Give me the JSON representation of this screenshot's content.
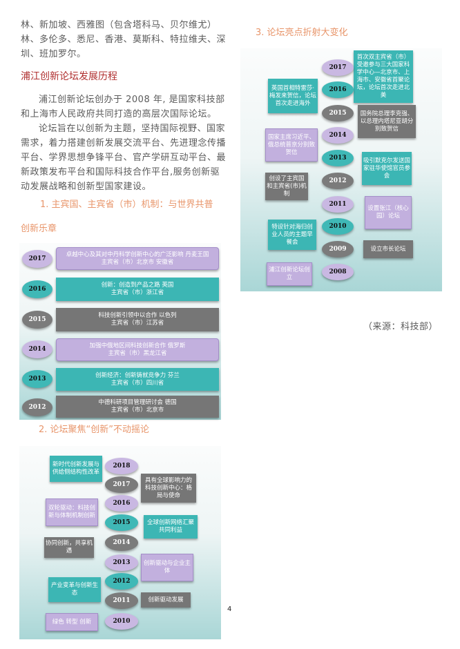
{
  "intro_text": {
    "line1": "林、新加坡、西雅图（包含塔科马、贝尔维尤）",
    "line2": "林、多伦多、悉尼、香港、莫斯科、特拉维夫、深",
    "line3": "圳、班加罗尔。"
  },
  "history": {
    "heading": "浦江创新论坛发展历程",
    "para1_line1": "浦江创新论坛创办于 2008 年, 是国家科技部",
    "para1_line2": "和上海市人民政府共同打造的高层次国际论坛。",
    "para2_line1": "论坛旨在以创新为主题，坚持国际视野、国家",
    "para2_line2": "需求，着力搭建创新发展交流平台、先进理念传播",
    "para2_line3": "平台、学界思想争锋平台、官产学研互动平台、最",
    "para2_line4": "新政策发布平台和国际科技合作平台,服务创新驱",
    "para2_line5": "动发展战略和创新型国家建设。"
  },
  "section1": {
    "heading_line1": "1. 主宾国、主宾省（市）机制：与世界共普",
    "heading_line2": "创新乐章",
    "rows": [
      {
        "year": "2017",
        "text1": "卓越中心及其对中丹科学创新中心的广泛影响  丹麦王国",
        "text2": "主宾省（市）北京市   安徽省"
      },
      {
        "year": "2016",
        "text1": "创新：创造到产品之路  英国",
        "text2": "主宾省（市）浙江省"
      },
      {
        "year": "2015",
        "text1": "科技创新引领中以合作  以色列",
        "text2": "主宾省（市）江苏省"
      },
      {
        "year": "2014",
        "text1": "加强中俄地区间科技创新合作  俄罗斯",
        "text2": "主宾省（市）黑龙江省"
      },
      {
        "year": "2013",
        "text1": "创新经济：创新铸就竞争力  芬兰",
        "text2": "主宾省（市）四川省"
      },
      {
        "year": "2012",
        "text1": "中德科研项目管理研讨会  德国",
        "text2": "主宾省（市）北京市"
      }
    ]
  },
  "section2": {
    "heading": "2. 论坛聚焦“创新”不动摇论",
    "years": [
      "2018",
      "2017",
      "2016",
      "2015",
      "2014",
      "2013",
      "2012",
      "2011",
      "2010"
    ],
    "left_boxes": [
      "新时代创新发展与供给侧结构性改革",
      "双轮驱动：科技创新与体制机制创新",
      "协同创新，共享机遇",
      "产业变革与创新生态",
      "绿色 转型 创新"
    ],
    "right_boxes": [
      "具有全球影响力的科技创新中心：格局与使命",
      "全球创新网络汇聚共同利益",
      "创新驱动与企业主体",
      "创新驱动发展"
    ]
  },
  "section3": {
    "heading": "3. 论坛亮点折射大变化",
    "years": [
      "2017",
      "2016",
      "2015",
      "2014",
      "2013",
      "2012",
      "2011",
      "2010",
      "2009",
      "2008"
    ],
    "left_boxes": [
      "英国首相特雷莎·梅发来贺信，论坛首次走进海外",
      "国家主席习近平、俄总统普京分别致贺信",
      "创设了主宾国和主宾省(市)机制",
      "特设针对海归创业人员的主题早餐会",
      "浦江创新论坛创立"
    ],
    "right_boxes": [
      "首次双主宾省（市）受邀参与三大国家科学中心—北京市、上海市、安徽省首聚论坛，论坛首次走进北美",
      "国务院总理李克强、以总理内塔尼亚胡分别致贺信",
      "吸引默克尔发送国家驻华使馆官员参会",
      "设置张江（核心园）论坛",
      "设立市长论坛"
    ]
  },
  "source": "（来源：科技部）",
  "page_number": "4"
}
